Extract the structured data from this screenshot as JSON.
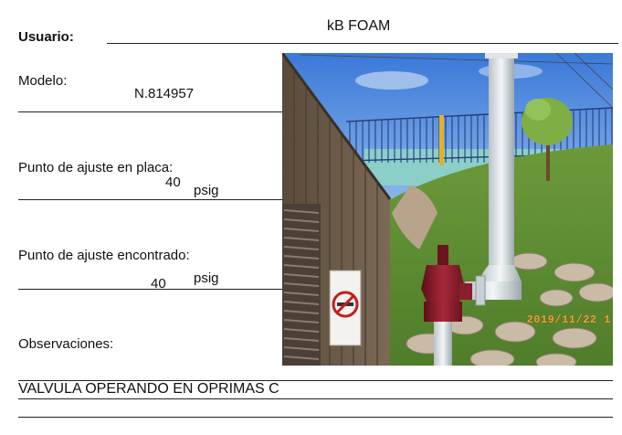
{
  "form": {
    "usuario_label": "Usuario:",
    "usuario_value": "kB FOAM",
    "modelo_label": "Modelo:",
    "modelo_value": "N.814957",
    "placa_label": "Punto de ajuste en placa:",
    "placa_value": "40",
    "placa_unit": "psig",
    "encontrado_label": "Punto de ajuste encontrado:",
    "encontrado_value": "40",
    "encontrado_unit": "psig",
    "observaciones_label": "Observaciones:",
    "observaciones_value": "VALVULA OPERANDO EN OPRIMAS C"
  },
  "photo": {
    "timestamp": "2019/11/22  1",
    "subject": "red relief valve on white pipe beside brown louvered enclosure, no-smoking sign, hillside with iceplant and fence"
  }
}
